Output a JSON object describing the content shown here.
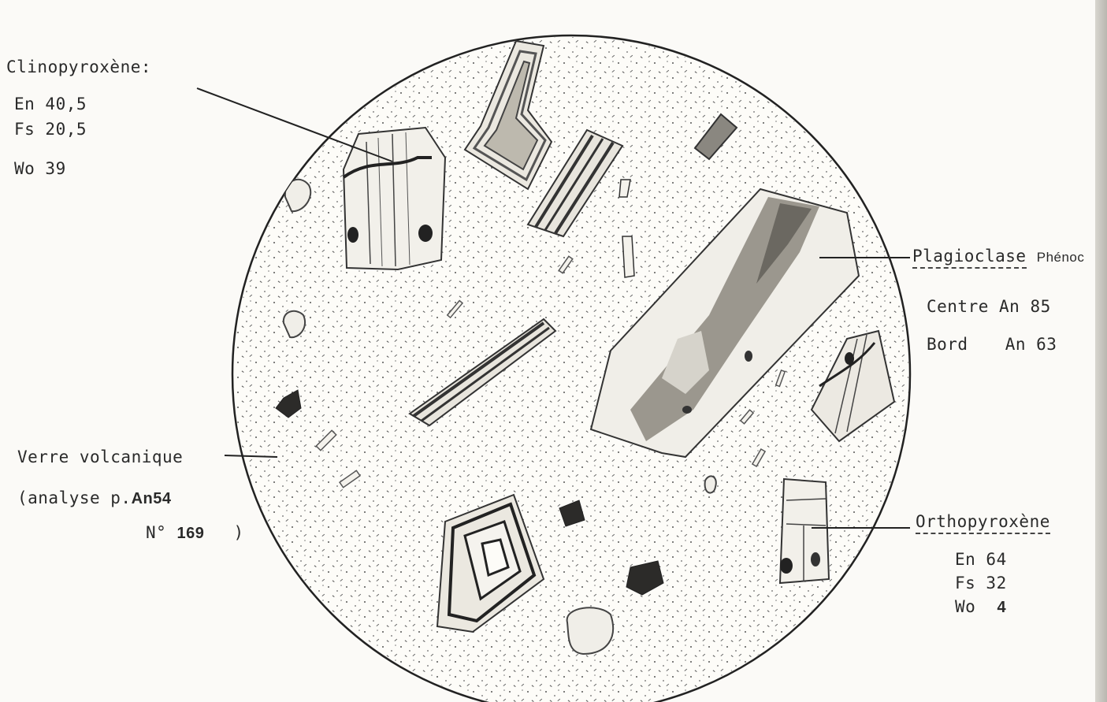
{
  "clinopyroxene": {
    "title": "Clinopyroxène:",
    "en": "En 40,5",
    "fs": "Fs 20,5",
    "wo": "Wo 39"
  },
  "plagioclase": {
    "title": "Plagioclase",
    "suffix": "Phénoc",
    "centre_label": "Centre",
    "centre_value": "An 85",
    "bord_label": "Bord",
    "bord_value": "An 63"
  },
  "glass": {
    "title": "Verre volcanique",
    "analyse_prefix": "(analyse p.",
    "analyse_ref": "An54",
    "number_prefix": "N°",
    "number": "169",
    "close_paren": ")"
  },
  "orthopyroxene": {
    "title": "Orthopyroxène",
    "en": "En 64",
    "fs": "Fs 32",
    "wo_prefix": "Wo",
    "wo_value": "4"
  }
}
